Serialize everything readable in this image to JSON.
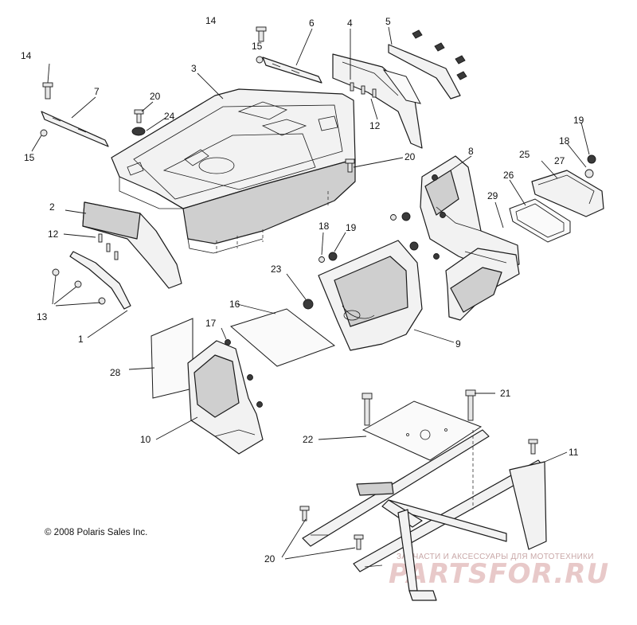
{
  "copyright": "© 2008 Polaris Sales Inc.",
  "watermark": {
    "tagline": "ЗАПЧАСТИ И АКСЕССУАРЫ ДЛЯ МОТОТЕХНИКИ",
    "brand": "PARTSFOR.RU",
    "color": "#e8c9c9"
  },
  "callouts": {
    "c1": "1",
    "c2": "2",
    "c3": "3",
    "c4": "4",
    "c5": "5",
    "c6": "6",
    "c7": "7",
    "c8": "8",
    "c9": "9",
    "c10": "10",
    "c11": "11",
    "c12a": "12",
    "c12b": "12",
    "c13": "13",
    "c14a": "14",
    "c14b": "14",
    "c15a": "15",
    "c15b": "15",
    "c16": "16",
    "c17": "17",
    "c18a": "18",
    "c18b": "18",
    "c19a": "19",
    "c19b": "19",
    "c20a": "20",
    "c20b": "20",
    "c20c": "20",
    "c21": "21",
    "c22": "22",
    "c23": "23",
    "c24": "24",
    "c25": "25",
    "c26": "26",
    "c27": "27",
    "c28": "28",
    "c29": "29"
  }
}
